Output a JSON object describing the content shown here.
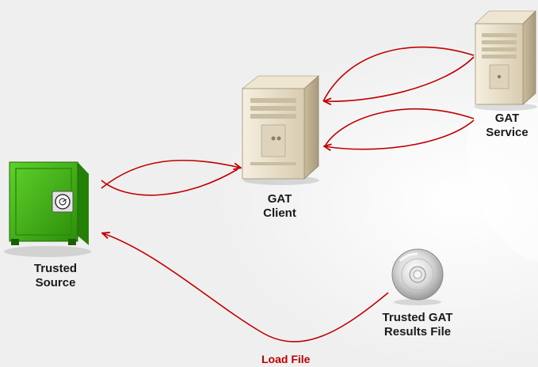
{
  "nodes": {
    "trusted_source": {
      "line1": "Trusted",
      "line2": "Source",
      "icon": "safe-icon"
    },
    "gat_client": {
      "line1": "GAT",
      "line2": "Client",
      "icon": "server-tower-icon"
    },
    "gat_service": {
      "line1": "GAT",
      "line2": "Service",
      "icon": "server-tower-icon"
    },
    "results_file": {
      "line1": "Trusted GAT",
      "line2": "Results File",
      "icon": "disc-icon"
    }
  },
  "edges": {
    "load_file": "Load File"
  },
  "colors": {
    "arrow": "#c00000",
    "safe_green": "#3bb20f",
    "server_beige": "#e6dcc6"
  }
}
